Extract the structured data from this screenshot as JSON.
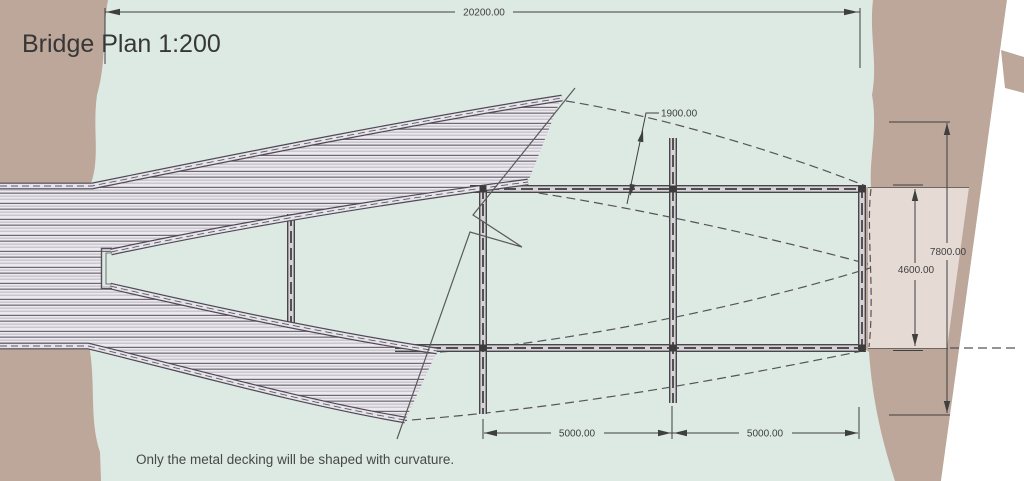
{
  "drawing": {
    "title": "Bridge Plan 1:200",
    "note": "Only the metal decking will be shaped with curvature.",
    "dimensions": {
      "overall_span": "20200.00",
      "curve_offset": "1900.00",
      "deck_width": "7800.00",
      "frame_width": "4600.00",
      "bay_left": "5000.00",
      "bay_right": "5000.00"
    }
  },
  "colors": {
    "water": "#dde9e3",
    "bank": "#bda69a",
    "abutment_deck": "#e5dbd4",
    "paper": "#ffffff",
    "deck_fill": "#ece9ef"
  }
}
